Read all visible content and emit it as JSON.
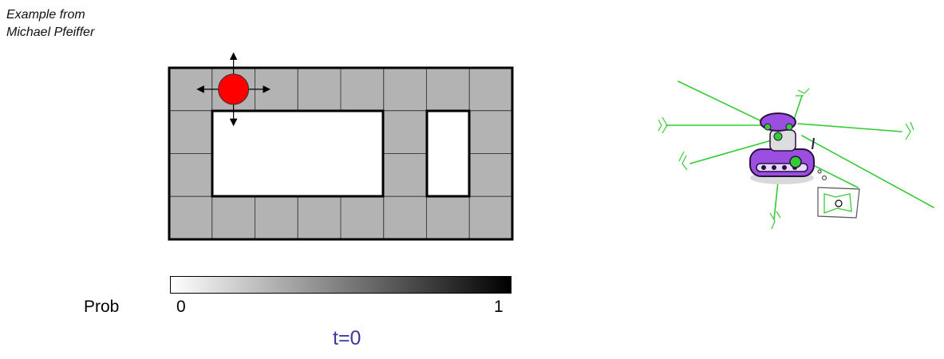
{
  "credit": {
    "line1": "Example from",
    "line2": "Michael Pfeiffer"
  },
  "grid": {
    "cols": 8,
    "rows": 4,
    "cell_color": "#b3b3b3",
    "open_cells": [
      [
        1,
        1
      ],
      [
        2,
        1
      ],
      [
        3,
        1
      ],
      [
        1,
        2
      ],
      [
        2,
        2
      ],
      [
        3,
        2
      ],
      [
        6,
        1
      ],
      [
        6,
        2
      ]
    ],
    "robot": {
      "col": 1,
      "row": 0,
      "color": "#ff0000"
    },
    "move_directions": [
      "up",
      "down",
      "left",
      "right"
    ]
  },
  "colorbar": {
    "label": "Prob",
    "min_label": "0",
    "max_label": "1",
    "gradient_from": "#ffffff",
    "gradient_to": "#000000"
  },
  "time": {
    "label": "t=0",
    "color": "#3a3aa0"
  },
  "illustration": {
    "robot_body_color": "#9b4fe0",
    "sensor_ray_color": "#33cc33"
  }
}
